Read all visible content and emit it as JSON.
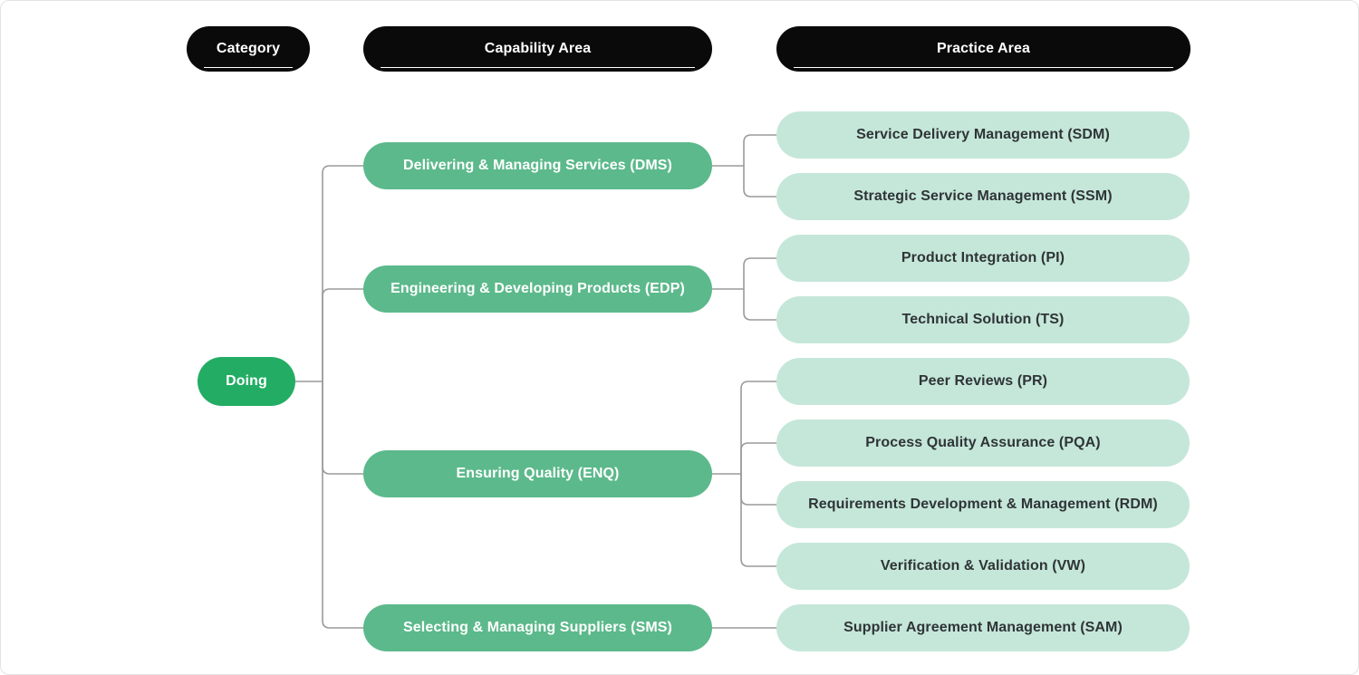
{
  "header": {
    "columns": [
      "Category",
      "Capability Area",
      "Practice Area"
    ]
  },
  "root": {
    "label": "Doing"
  },
  "capabilities": [
    {
      "label": "Delivering & Managing Services (DMS)",
      "practices": [
        "Service Delivery Management (SDM)",
        "Strategic Service Management (SSM)"
      ]
    },
    {
      "label": "Engineering & Developing Products (EDP)",
      "practices": [
        "Product Integration (PI)",
        "Technical Solution (TS)"
      ]
    },
    {
      "label": "Ensuring Quality (ENQ)",
      "practices": [
        "Peer Reviews (PR)",
        "Process Quality Assurance (PQA)",
        "Requirements Development & Management (RDM)",
        "Verification & Validation (VW)"
      ]
    },
    {
      "label": "Selecting & Managing Suppliers (SMS)",
      "practices": [
        "Supplier Agreement Management (SAM)"
      ]
    }
  ],
  "colors": {
    "root_node": "#23ad64",
    "capability_node": "#5cb98b",
    "practice_node": "#c5e7d9",
    "header_pill": "#0a0a0a",
    "header_text": "#ffffff",
    "practice_text": "#2f3437",
    "connector": "#9a9a9a",
    "canvas_border": "#e3e3e3"
  }
}
